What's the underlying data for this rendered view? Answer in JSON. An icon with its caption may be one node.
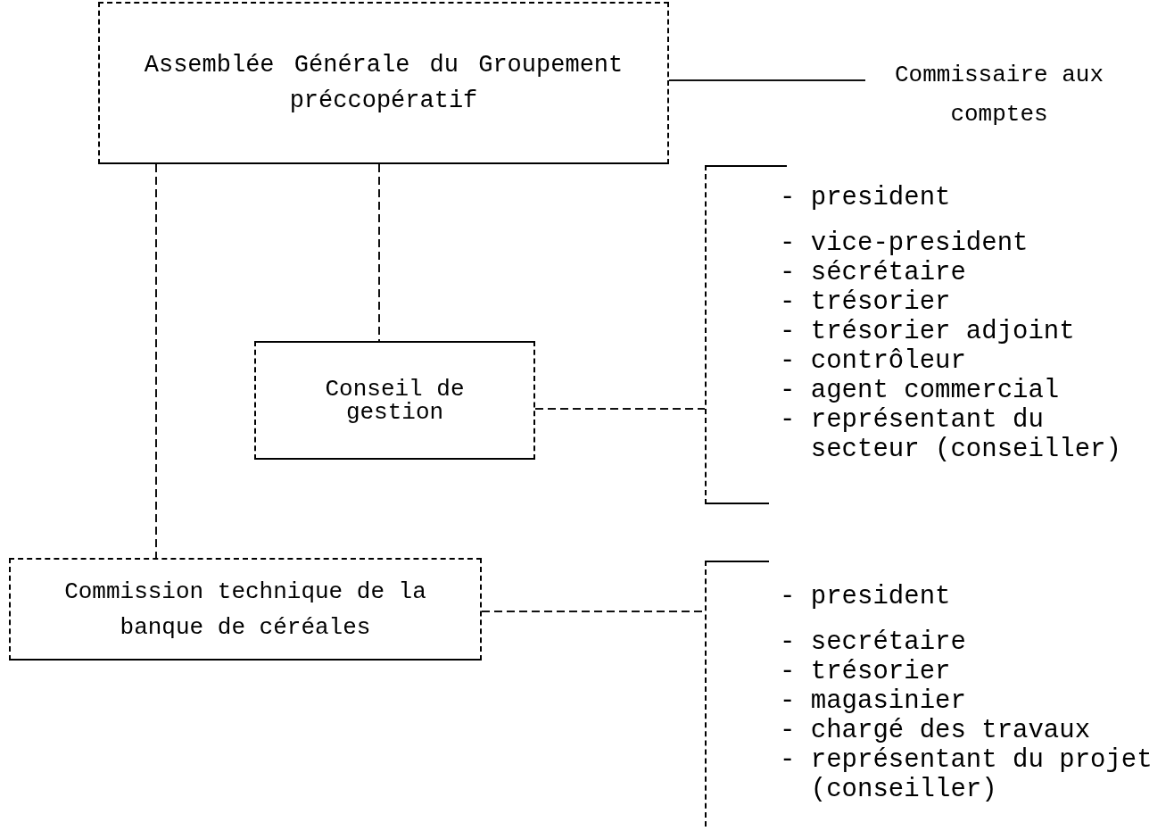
{
  "diagram": {
    "nodes": [
      {
        "text": [
          "Assemblée Générale du Groupement préccopératif"
        ]
      },
      {
        "text": [
          "Commissaire aux comptes"
        ]
      },
      {
        "text": [
          "Conseil de gestion"
        ]
      },
      {
        "text": [
          "- president",
          "- vice-president",
          "- sécrétaire",
          "- trésorier",
          "- trésorier adjoint",
          "- contrôleur",
          "- agent commercial",
          "- représentant du secteur (conseiller)"
        ]
      },
      {
        "text": [
          "Commission technique de la banque de céréales"
        ]
      },
      {
        "text": [
          "- president",
          "- secrétaire",
          "- trésorier",
          "- magasinier",
          "- chargé des travaux",
          "- représentant du projet (conseiller)"
        ]
      }
    ],
    "edges": [
      {
        "from": 0,
        "to": 1,
        "arrow": "none"
      },
      {
        "from": 0,
        "to": 2,
        "arrow": "none",
        "style": "dashed"
      },
      {
        "from": 0,
        "to": 4,
        "arrow": "none",
        "style": "dashed"
      },
      {
        "from": 2,
        "to": 3,
        "arrow": "none",
        "style": "dashed"
      },
      {
        "from": 4,
        "to": 5,
        "arrow": "none",
        "style": "dashed"
      }
    ]
  }
}
